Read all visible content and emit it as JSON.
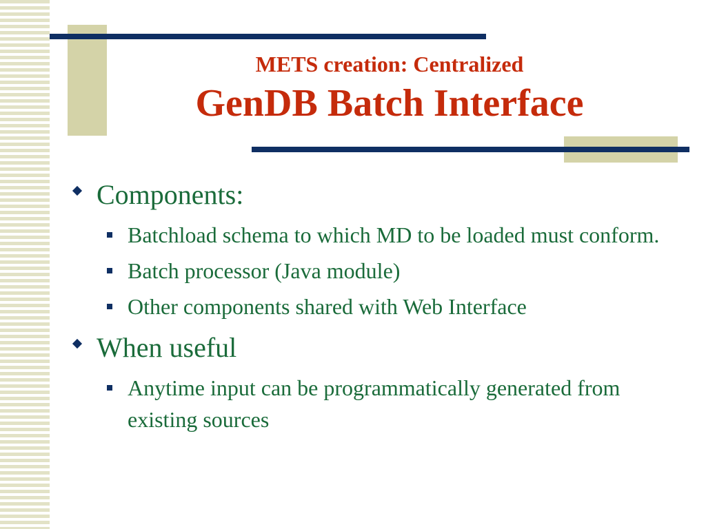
{
  "slide": {
    "subtitle": "METS creation: Centralized",
    "title": "GenDB Batch Interface"
  },
  "bullets": [
    {
      "label": "Components:",
      "sub": [
        "Batchload schema to which MD to be loaded must conform.",
        "Batch processor (Java module)",
        "Other components shared with Web Interface"
      ]
    },
    {
      "label": "When useful",
      "sub": [
        "Anytime input can be programmatically generated from existing sources"
      ]
    }
  ],
  "colors": {
    "title": "#c52b0b",
    "body_text": "#1a6b3a",
    "accent_navy": "#0f2f63",
    "accent_beige": "#d4d3a8"
  }
}
